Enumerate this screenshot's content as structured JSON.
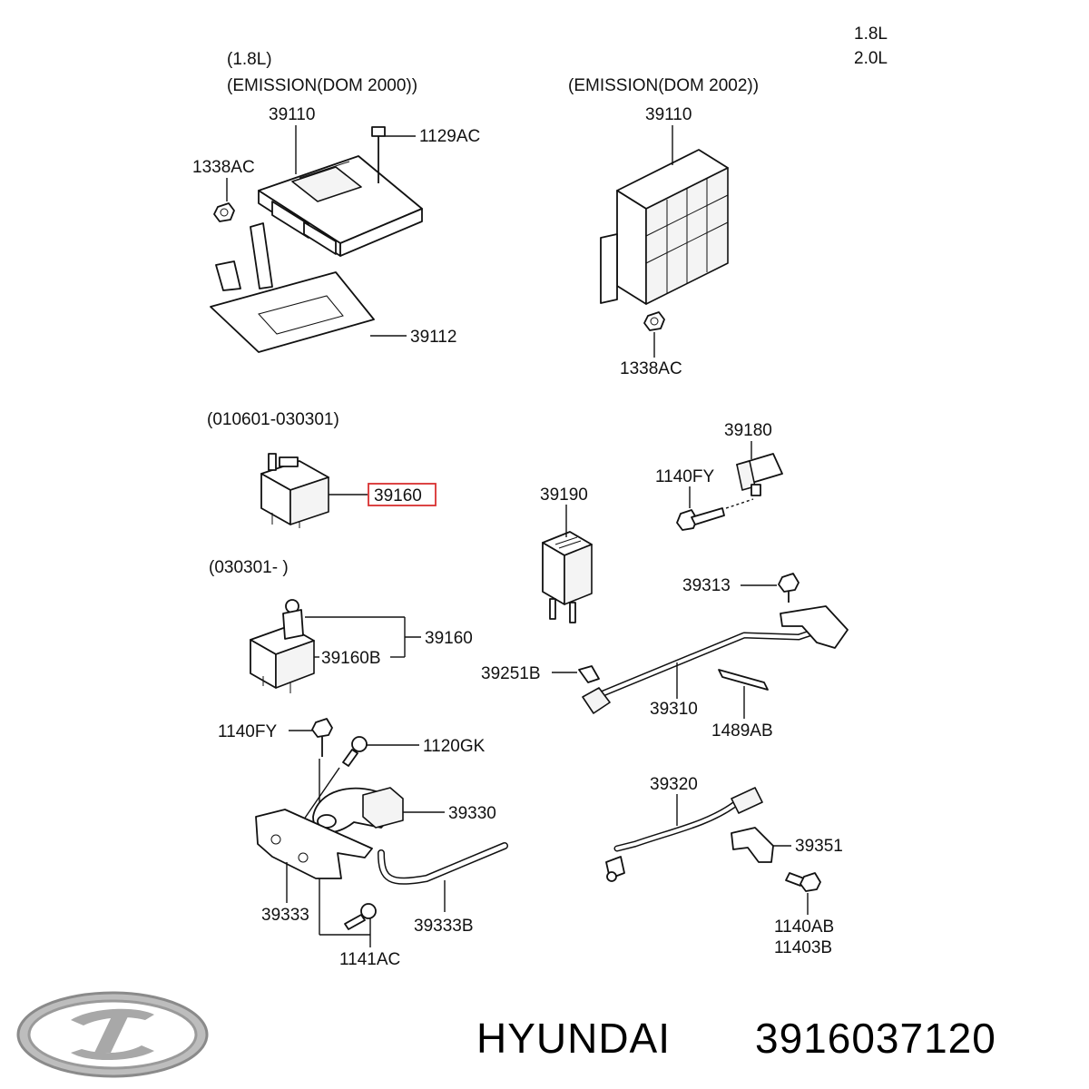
{
  "header": {
    "engine_top": "1.8L",
    "engine_bottom": "2.0L",
    "variant_1": "(1.8L)",
    "emission_2000": "(EMISSION(DOM 2000))",
    "emission_2002": "(EMISSION(DOM 2002))",
    "date_range_1": "(010601-030301)",
    "date_range_2": "(030301- )"
  },
  "parts": {
    "p39110_a": "39110",
    "p39110_b": "39110",
    "p1129AC": "1129AC",
    "p1338AC_a": "1338AC",
    "p1338AC_b": "1338AC",
    "p39112": "39112",
    "p39160_highlight": "39160",
    "p39160": "39160",
    "p39160B": "39160B",
    "p39190": "39190",
    "p39180": "39180",
    "p1140FY_a": "1140FY",
    "p1140FY_b": "1140FY",
    "p39313": "39313",
    "p39251B": "39251B",
    "p39310": "39310",
    "p1489AB": "1489AB",
    "p1120GK": "1120GK",
    "p39330": "39330",
    "p39333": "39333",
    "p39333B": "39333B",
    "p1141AC": "1141AC",
    "p39320": "39320",
    "p39351": "39351",
    "p1140AB": "1140AB",
    "p11403B": "11403B"
  },
  "footer": {
    "brand": "HYUNDAI",
    "part_number": "3916037120"
  },
  "colors": {
    "highlight": "#d93030",
    "line": "#111111",
    "logo": "#9a9a9a"
  }
}
